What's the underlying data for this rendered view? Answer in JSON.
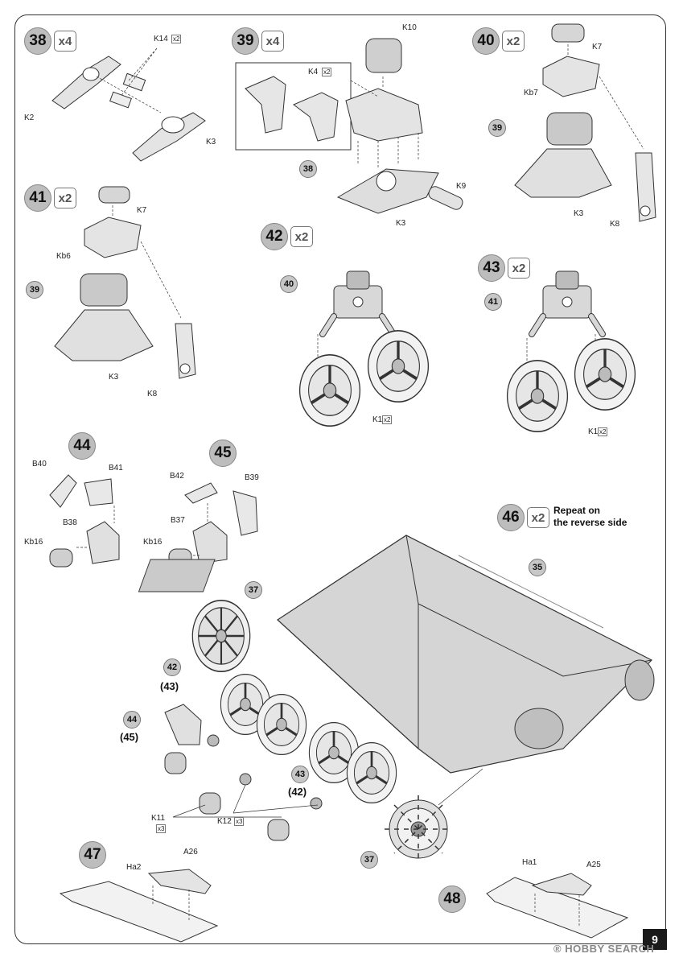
{
  "page": {
    "number": "9",
    "watermark": "HOBBY SEARCH",
    "trademark": "®"
  },
  "steps": {
    "s38": {
      "num": "38",
      "mult": "x4"
    },
    "s39": {
      "num": "39",
      "mult": "x4"
    },
    "s40": {
      "num": "40",
      "mult": "x2"
    },
    "s41": {
      "num": "41",
      "mult": "x2"
    },
    "s42": {
      "num": "42",
      "mult": "x2"
    },
    "s43": {
      "num": "43",
      "mult": "x2"
    },
    "s44": {
      "num": "44"
    },
    "s45": {
      "num": "45"
    },
    "s46": {
      "num": "46",
      "mult": "x2",
      "note_line1": "Repeat on",
      "note_line2": "the reverse side"
    },
    "s47": {
      "num": "47"
    },
    "s48": {
      "num": "48"
    }
  },
  "parts": {
    "s38_k14": "K14",
    "s38_k14_q": "x2",
    "s38_k2": "K2",
    "s38_k3": "K3",
    "s39_k10": "K10",
    "s39_k4": "K4",
    "s39_k4_q": "x2",
    "s39_k9": "K9",
    "s39_k3": "K3",
    "s39_ref": "38",
    "s40_k7": "K7",
    "s40_kb7": "Kb7",
    "s40_k3": "K3",
    "s40_k8": "K8",
    "s40_ref": "39",
    "s41_k7": "K7",
    "s41_kb6": "Kb6",
    "s41_k3": "K3",
    "s41_k8": "K8",
    "s41_ref": "39",
    "s42_ref": "40",
    "s42_k1": "K1",
    "s42_k1_q": "x2",
    "s43_ref": "41",
    "s43_k1": "K1",
    "s43_k1_q": "x2",
    "s44_b40": "B40",
    "s44_b41": "B41",
    "s44_b38": "B38",
    "s44_kb16": "Kb16",
    "s45_b42": "B42",
    "s45_b39": "B39",
    "s45_b37": "B37",
    "s45_kb16": "Kb16",
    "s46_ref35": "35",
    "s46_ref37a": "37",
    "s46_ref42": "42",
    "s46_ref43p": "(43)",
    "s46_ref44": "44",
    "s46_ref45p": "(45)",
    "s46_ref43": "43",
    "s46_ref42p": "(42)",
    "s46_ref37b": "37",
    "s46_k11": "K11",
    "s46_k11_q": "x3",
    "s46_k12": "K12",
    "s46_k12_q": "x3",
    "s47_ha2": "Ha2",
    "s47_a26": "A26",
    "s48_ha1": "Ha1",
    "s48_a25": "A25"
  }
}
